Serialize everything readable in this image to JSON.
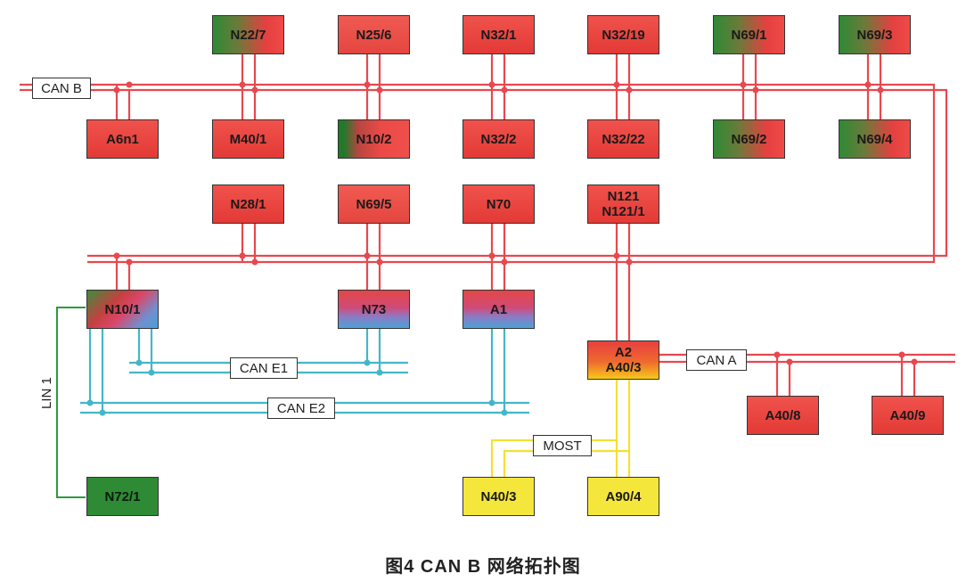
{
  "bus_labels": {
    "can_b": "CAN B",
    "can_a": "CAN A",
    "can_e1": "CAN E1",
    "can_e2": "CAN E2",
    "most": "MOST",
    "lin1": "LIN 1"
  },
  "nodes": {
    "n22_7": "N22/7",
    "n25_6": "N25/6",
    "n32_1": "N32/1",
    "n32_19": "N32/19",
    "n69_1": "N69/1",
    "n69_3": "N69/3",
    "a6n1": "A6n1",
    "m40_1": "M40/1",
    "n10_2": "N10/2",
    "n32_2": "N32/2",
    "n32_22": "N32/22",
    "n69_2": "N69/2",
    "n69_4": "N69/4",
    "n28_1": "N28/1",
    "n69_5": "N69/5",
    "n70": "N70",
    "n121_a": "N121",
    "n121_b": "N121/1",
    "n10_1": "N10/1",
    "n73": "N73",
    "a1": "A1",
    "a2_a": "A2",
    "a2_b": "A40/3",
    "a40_8": "A40/8",
    "a40_9": "A40/9",
    "n72_1": "N72/1",
    "n40_3": "N40/3",
    "a90_4": "A90/4"
  },
  "caption": "图4 CAN B 网络拓扑图",
  "colors": {
    "can_b_bus": "#e8484e",
    "can_a_bus": "#e8484e",
    "can_e_bus": "#45b6c8",
    "most_bus": "#f3e034",
    "lin_bus": "#2f9a3a"
  }
}
